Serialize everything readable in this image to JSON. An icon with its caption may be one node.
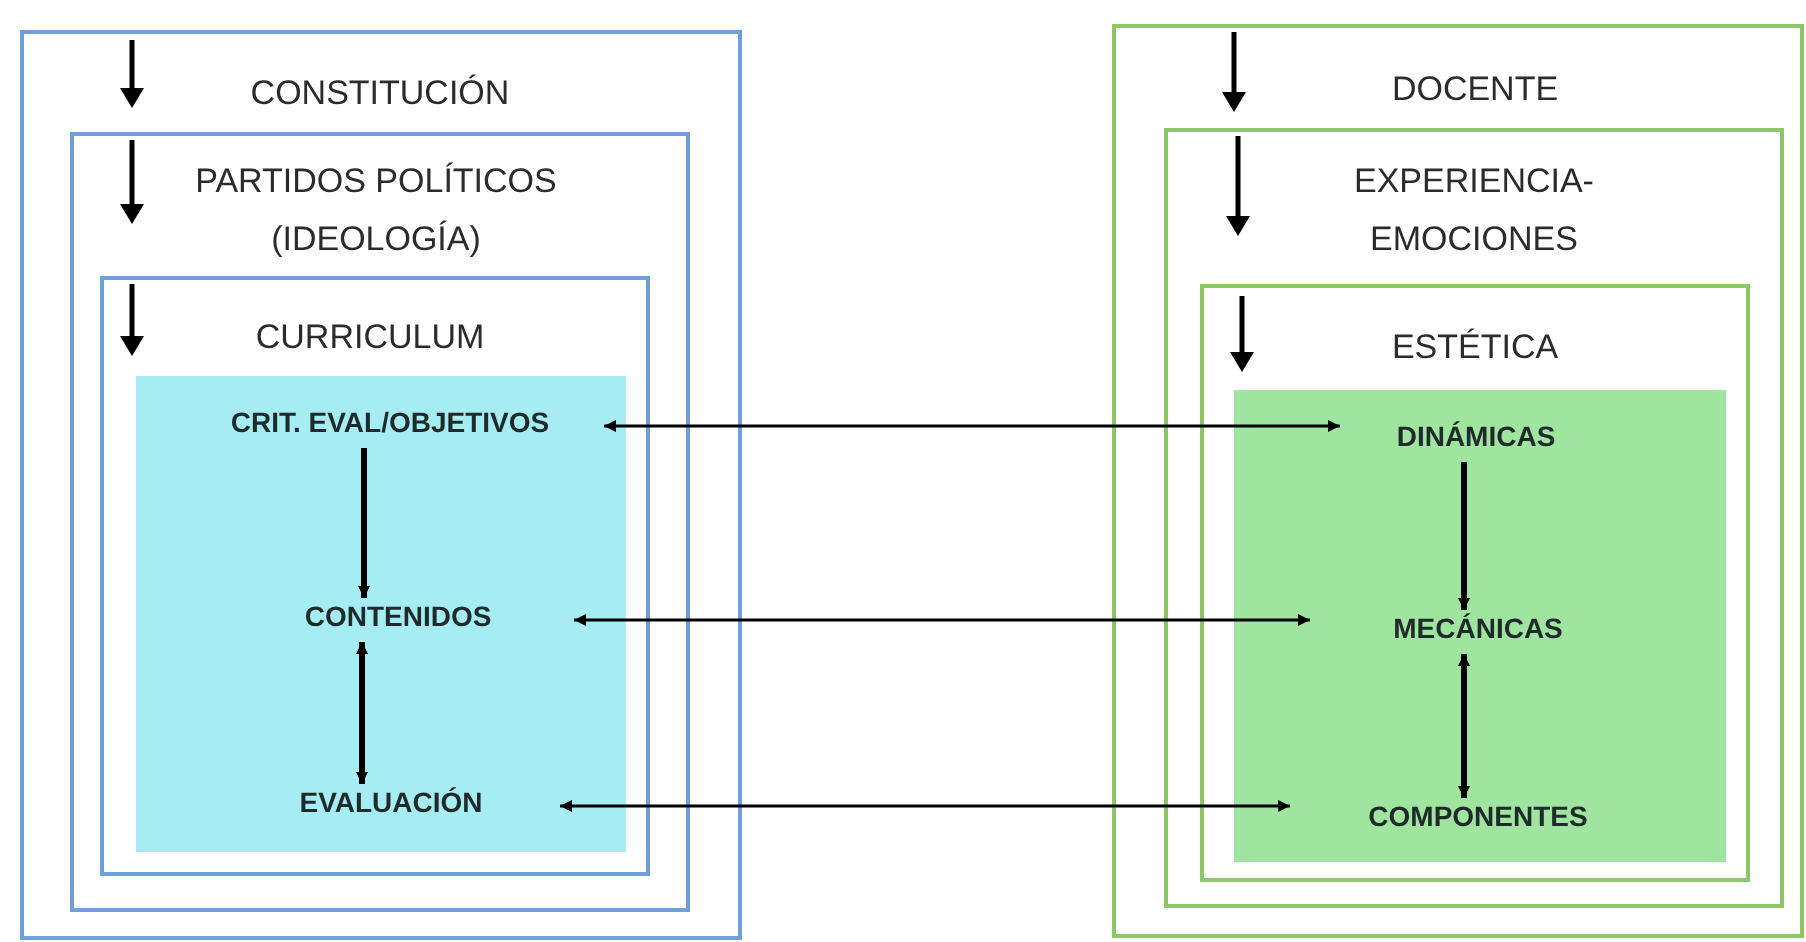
{
  "diagram": {
    "nodes": [
      {
        "text": [
          "CONSTITUCIÓN"
        ]
      },
      {
        "text": [
          "PARTIDOS POLÍTICOS (IDEOLOGÍA)"
        ],
        "in": 0
      },
      {
        "text": [
          "CURRICULUM"
        ],
        "in": 1
      },
      {
        "text": [],
        "shape": "box",
        "in": 2
      },
      {
        "text": [
          "CRIT. EVAL/OBJETIVOS"
        ],
        "in": 3
      },
      {
        "text": [
          "CONTENIDOS"
        ],
        "in": 3
      },
      {
        "text": [
          "EVALUACIÓN"
        ],
        "in": 3
      },
      {
        "text": [
          "DOCENTE"
        ]
      },
      {
        "text": [
          "EXPERIENCIA- EMOCIONES"
        ],
        "in": 7
      },
      {
        "text": [
          "ESTÉTICA"
        ],
        "in": 8
      },
      {
        "text": [],
        "shape": "box",
        "in": 9
      },
      {
        "text": [
          "DINÁMICAS"
        ],
        "in": 10
      },
      {
        "text": [
          "MECÁNICAS"
        ],
        "in": 10
      },
      {
        "text": [
          "COMPONENTES"
        ],
        "in": 10
      }
    ],
    "edges": [
      {
        "from": 4,
        "to": 5,
        "arrow": "to"
      },
      {
        "from": 5,
        "to": 6,
        "arrow": "both"
      },
      {
        "from": 11,
        "to": 12,
        "arrow": "to"
      },
      {
        "from": 12,
        "to": 13,
        "arrow": "both"
      },
      {
        "from": 4,
        "to": 11,
        "arrow": "both"
      },
      {
        "from": 5,
        "to": 12,
        "arrow": "both"
      },
      {
        "from": 6,
        "to": 13,
        "arrow": "both"
      }
    ]
  }
}
